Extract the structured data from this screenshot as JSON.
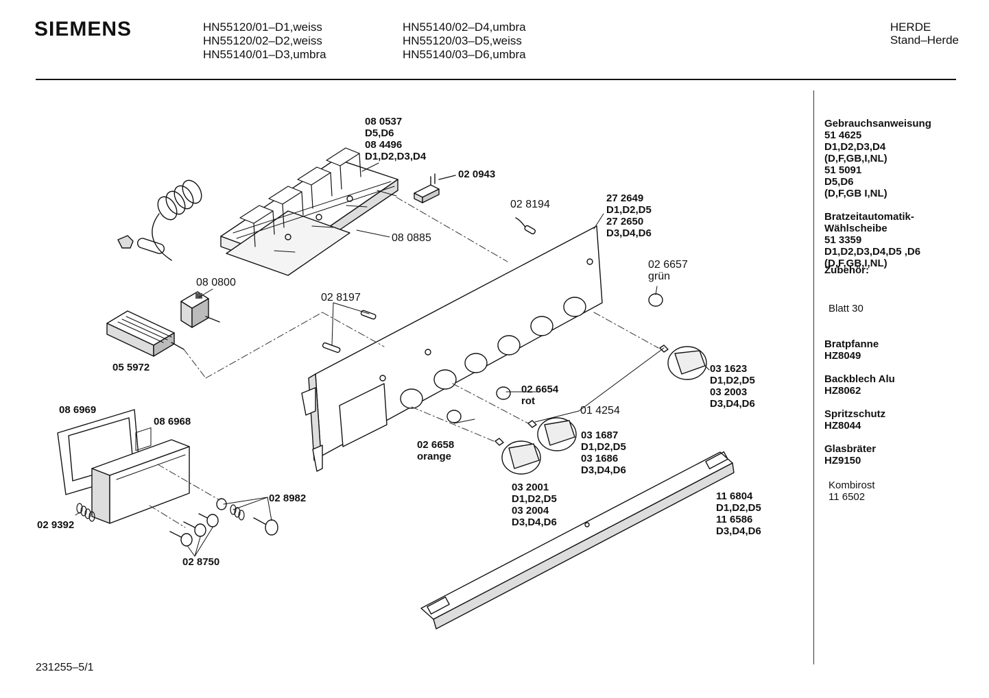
{
  "header": {
    "brand": "SIEMENS",
    "models_col1": [
      "HN55120/01–D1,weiss",
      "HN55120/02–D2,weiss",
      "HN55140/01–D3,umbra"
    ],
    "models_col2": [
      "HN55140/02–D4,umbra",
      "HN55120/03–D5,weiss",
      "HN55140/03–D6,umbra"
    ],
    "category": "HERDE",
    "subcategory": "Stand–Herde"
  },
  "sidebar": {
    "manual_title": "Gebrauchsanweisung",
    "manual_lines": [
      "51 4625",
      "D1,D2,D3,D4",
      "(D,F,GB,I,NL)",
      "51 5091",
      "D5,D6",
      "(D,F,GB I,NL)"
    ],
    "timer_title_1": "Bratzeitautomatik-",
    "timer_title_2": "Wählscheibe",
    "timer_lines": [
      "51 3359",
      "D1,D2,D3,D4,D5 ,D6",
      "(D,F,GB,I,NL)"
    ],
    "accessories_title": "Zubehör:",
    "accessories_ref": "Blatt 30",
    "items": [
      {
        "name": "Bratpfanne",
        "code": "HZ8049"
      },
      {
        "name": "Backblech Alu",
        "code": "HZ8062"
      },
      {
        "name": "Spritzschutz",
        "code": "HZ8044"
      },
      {
        "name": "Glasbräter",
        "code": "HZ9150"
      }
    ],
    "last_name": "Kombirost",
    "last_code": "11 6502"
  },
  "parts": {
    "p1": [
      "08 0537",
      "D5,D6",
      "08 4496",
      "D1,D2,D3,D4"
    ],
    "p2": [
      "02 0943"
    ],
    "p3": [
      "02 8194"
    ],
    "p4": [
      "27 2649",
      "D1,D2,D5",
      "27 2650",
      "D3,D4,D6"
    ],
    "p5": [
      "08 0885"
    ],
    "p6": [
      "08 0800"
    ],
    "p7": [
      "02 8197"
    ],
    "p8": [
      "02 6657"
    ],
    "p8n": [
      "grün"
    ],
    "p9": [
      "05 5972"
    ],
    "p10": [
      "03 1623",
      "D1,D2,D5",
      "03 2003",
      "D3,D4,D6"
    ],
    "p11": [
      "08 6969"
    ],
    "p12": [
      "08 6968"
    ],
    "p13": [
      "02 6654"
    ],
    "p13n": [
      "rot"
    ],
    "p14": [
      "01 4254"
    ],
    "p15": [
      "02 6658"
    ],
    "p15n": [
      "orange"
    ],
    "p16": [
      "03 1687",
      "D1,D2,D5",
      "03 1686",
      "D3,D4,D6"
    ],
    "p17": [
      "02 8982"
    ],
    "p18": [
      "03 2001",
      "D1,D2,D5",
      "03 2004",
      "D3,D4,D6"
    ],
    "p19": [
      "11 6804",
      "D1,D2,D5",
      "11 6586",
      "D3,D4,D6"
    ],
    "p20": [
      "02 9392"
    ],
    "p21": [
      "02 8750"
    ]
  },
  "footer": {
    "drawing_code": "231255–5/1"
  }
}
